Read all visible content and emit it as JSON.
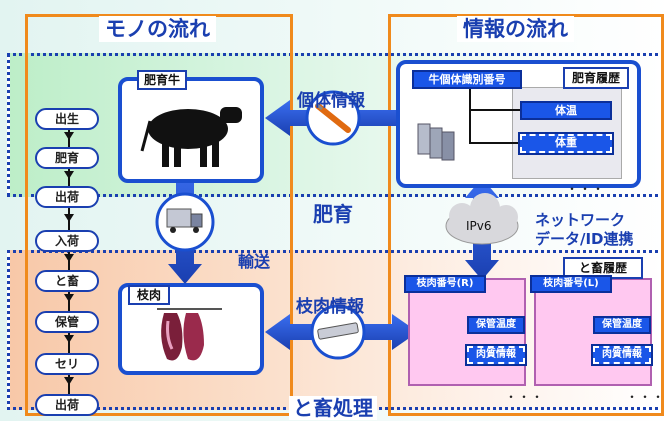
{
  "titles": {
    "goods_flow": "モノの流れ",
    "info_flow": "情報の流れ"
  },
  "zones": {
    "fattening": "肥育",
    "slaughter": "と畜処理",
    "transport": "輸送"
  },
  "process_steps": [
    "出生",
    "肥育",
    "出荷",
    "入荷",
    "と畜",
    "保管",
    "セリ",
    "出荷"
  ],
  "goods": {
    "cattle_label": "肥育牛",
    "carcass_label": "枝肉"
  },
  "info": {
    "individual_info": "個体情報",
    "carcass_info": "枝肉情報",
    "cattle_id_number": "牛個体識別番号",
    "fattening_history": "肥育履歴",
    "body_temp": "体温",
    "body_weight": "体重",
    "network_label": "ネットワーク",
    "data_id_link": "データ/ID連携",
    "ipv6": "IPv6",
    "slaughter_history": "と畜履歴",
    "carcass_number_r": "枝肉番号(R)",
    "carcass_number_l": "枝肉番号(L)",
    "storage_temp": "保管温度",
    "meat_quality": "肉質情報",
    "ellipsis": "・・・"
  },
  "colors": {
    "accent_blue": "#1a3fb0",
    "frame_orange": "#f08a1c",
    "box_blue": "#1a56e8",
    "fatten_zone": "#c8f0d0",
    "slaughter_zone": "#f9d3b8",
    "pink_doc": "#ffc8f0"
  }
}
